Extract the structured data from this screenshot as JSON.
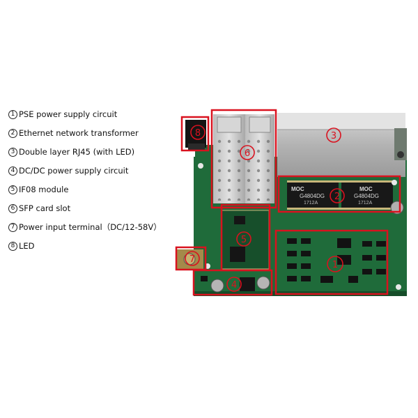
{
  "legend": [
    {
      "num": "1",
      "text": "PSE power supply circuit"
    },
    {
      "num": "2",
      "text": "Ethernet network transformer"
    },
    {
      "num": "3",
      "text": "Double layer RJ45 (with LED)"
    },
    {
      "num": "4",
      "text": "DC/DC power supply circuit"
    },
    {
      "num": "5",
      "text": "IF08 module"
    },
    {
      "num": "6",
      "text": "SFP card slot"
    },
    {
      "num": "7",
      "text": "Power input terminal（DC/12-58V）"
    },
    {
      "num": "8",
      "text": "LED"
    }
  ],
  "chips": {
    "brand": "MOC",
    "left_model": "G4804DG",
    "right_model": "G4804DG",
    "left_code": "1712A",
    "right_code": "1712A"
  },
  "callouts": [
    "1",
    "2",
    "3",
    "4",
    "5",
    "6",
    "7",
    "8"
  ],
  "colors": {
    "pcb": "#1f6b3a",
    "highlight": "#d9121f",
    "metal": "#c9c9c9"
  }
}
